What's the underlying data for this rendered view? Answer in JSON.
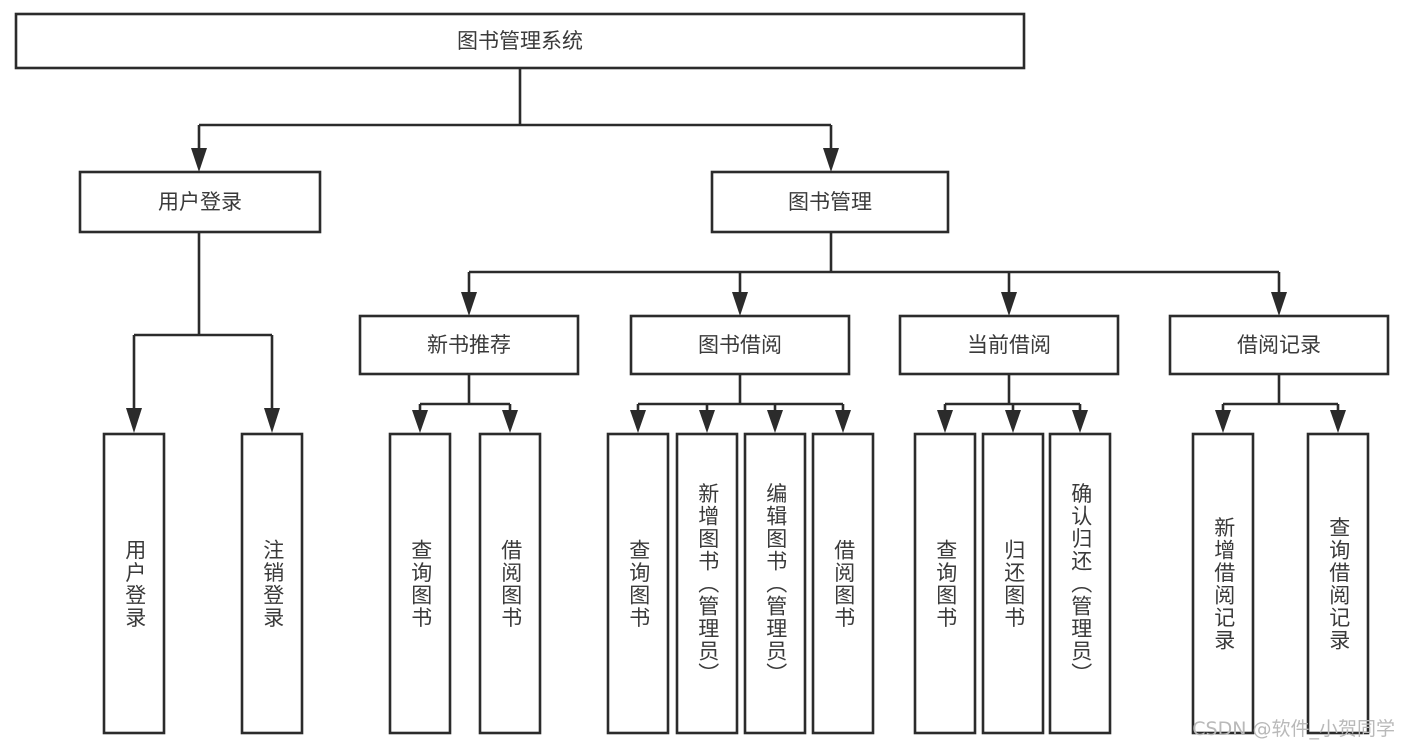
{
  "diagram": {
    "title": "图书管理系统",
    "type": "tree-hierarchy",
    "root": {
      "label": "图书管理系统"
    },
    "level2": [
      {
        "label": "用户登录"
      },
      {
        "label": "图书管理"
      }
    ],
    "level3": [
      {
        "label": "新书推荐"
      },
      {
        "label": "图书借阅"
      },
      {
        "label": "当前借阅"
      },
      {
        "label": "借阅记录"
      }
    ],
    "leaves": {
      "user_login": [
        {
          "label": "用户登录"
        },
        {
          "label": "注销登录"
        }
      ],
      "new_book_recommend": [
        {
          "label": "查询图书"
        },
        {
          "label": "借阅图书"
        }
      ],
      "book_borrow": [
        {
          "label": "查询图书"
        },
        {
          "label": "新增图书（管理员）"
        },
        {
          "label": "编辑图书（管理员）"
        },
        {
          "label": "借阅图书"
        }
      ],
      "current_borrow": [
        {
          "label": "查询图书"
        },
        {
          "label": "归还图书"
        },
        {
          "label": "确认归还（管理员）"
        }
      ],
      "borrow_record": [
        {
          "label": "新增借阅记录"
        },
        {
          "label": "查询借阅记录"
        }
      ]
    }
  },
  "watermark": {
    "text": "CSDN @软件_小贺同学"
  },
  "colors": {
    "stroke": "#2b2b2b",
    "fill": "#ffffff",
    "text": "#3a3a3a",
    "watermark": "#b9b9b9"
  }
}
